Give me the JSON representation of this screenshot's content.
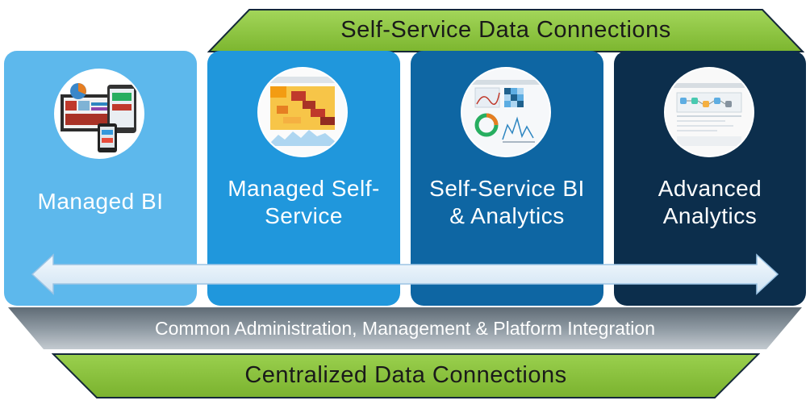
{
  "top_banner": {
    "label": "Self-Service Data Connections",
    "color": "#8cc63f"
  },
  "columns": [
    {
      "label_lines": [
        "Managed BI"
      ],
      "color": "#5db8ec",
      "icon": "dashboard-devices-image"
    },
    {
      "label_lines": [
        "Managed Self-",
        "Service"
      ],
      "color": "#2097dc",
      "icon": "heatmap-report-image"
    },
    {
      "label_lines": [
        "Self-Service BI",
        "& Analytics"
      ],
      "color": "#0e66a3",
      "icon": "analytics-dashboard-image"
    },
    {
      "label_lines": [
        "Advanced",
        "Analytics"
      ],
      "color": "#0c2e4c",
      "icon": "analytics-workflow-image"
    }
  ],
  "arrow": {
    "icon": "double-arrow-icon",
    "color": "#dcecf8"
  },
  "platform_band": {
    "label": "Common Administration, Management & Platform Integration",
    "color": "#7a8893"
  },
  "bottom_banner": {
    "label": "Centralized Data Connections",
    "color": "#8cc63f"
  }
}
